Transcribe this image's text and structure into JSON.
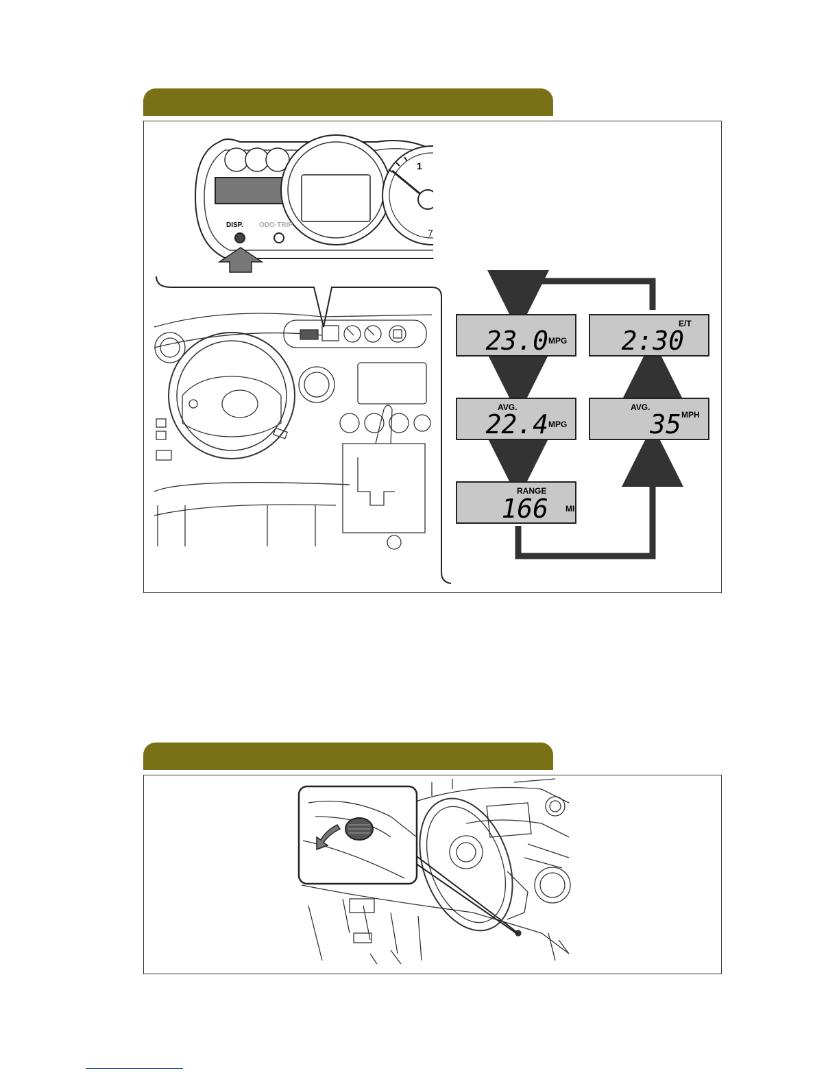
{
  "cluster": {
    "button_left": "DISP.",
    "button_right": "ODO·TRIP",
    "gauge_marks": [
      "1",
      "7"
    ]
  },
  "displays": [
    {
      "id": "current_economy",
      "value": "23.0",
      "unit": "MPG",
      "label": ""
    },
    {
      "id": "average_economy",
      "value": "22.4",
      "unit": "MPG",
      "label": "AVG."
    },
    {
      "id": "range",
      "value": "166",
      "unit": "MI",
      "label": "RANGE"
    },
    {
      "id": "average_speed",
      "value": "35",
      "unit": "MPH",
      "label": "AVG."
    },
    {
      "id": "elapsed_time",
      "value": "2:30",
      "unit": "E/T",
      "label": ""
    }
  ],
  "colors": {
    "section_tab": "#7a7116",
    "lcd_background": "#c8c8c8",
    "arrow": "#333333",
    "footer_link_line": "#2a4fb0"
  },
  "icons": {
    "press_arrow": "up-arrow-icon",
    "pull_arrow": "curved-arrow-icon"
  }
}
